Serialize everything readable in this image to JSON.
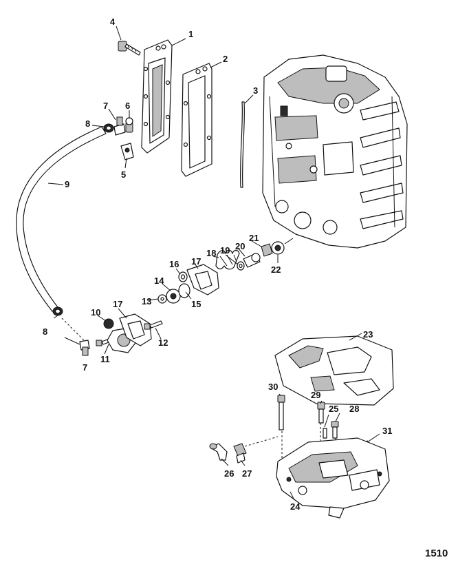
{
  "callouts": {
    "c1": "1",
    "c2": "2",
    "c3": "3",
    "c4": "4",
    "c5": "5",
    "c6": "6",
    "c7a": "7",
    "c7b": "7",
    "c8a": "8",
    "c8b": "8",
    "c9": "9",
    "c10": "10",
    "c11": "11",
    "c12": "12",
    "c13": "13",
    "c14": "14",
    "c15": "15",
    "c16": "16",
    "c17a": "17",
    "c17b": "17",
    "c18": "18",
    "c19": "19",
    "c20": "20",
    "c21": "21",
    "c22": "22",
    "c23": "23",
    "c24": "24",
    "c25": "25",
    "c26": "26",
    "c27": "27",
    "c28": "28",
    "c29": "29",
    "c30": "30",
    "c31": "31"
  },
  "figure_code": "1510"
}
